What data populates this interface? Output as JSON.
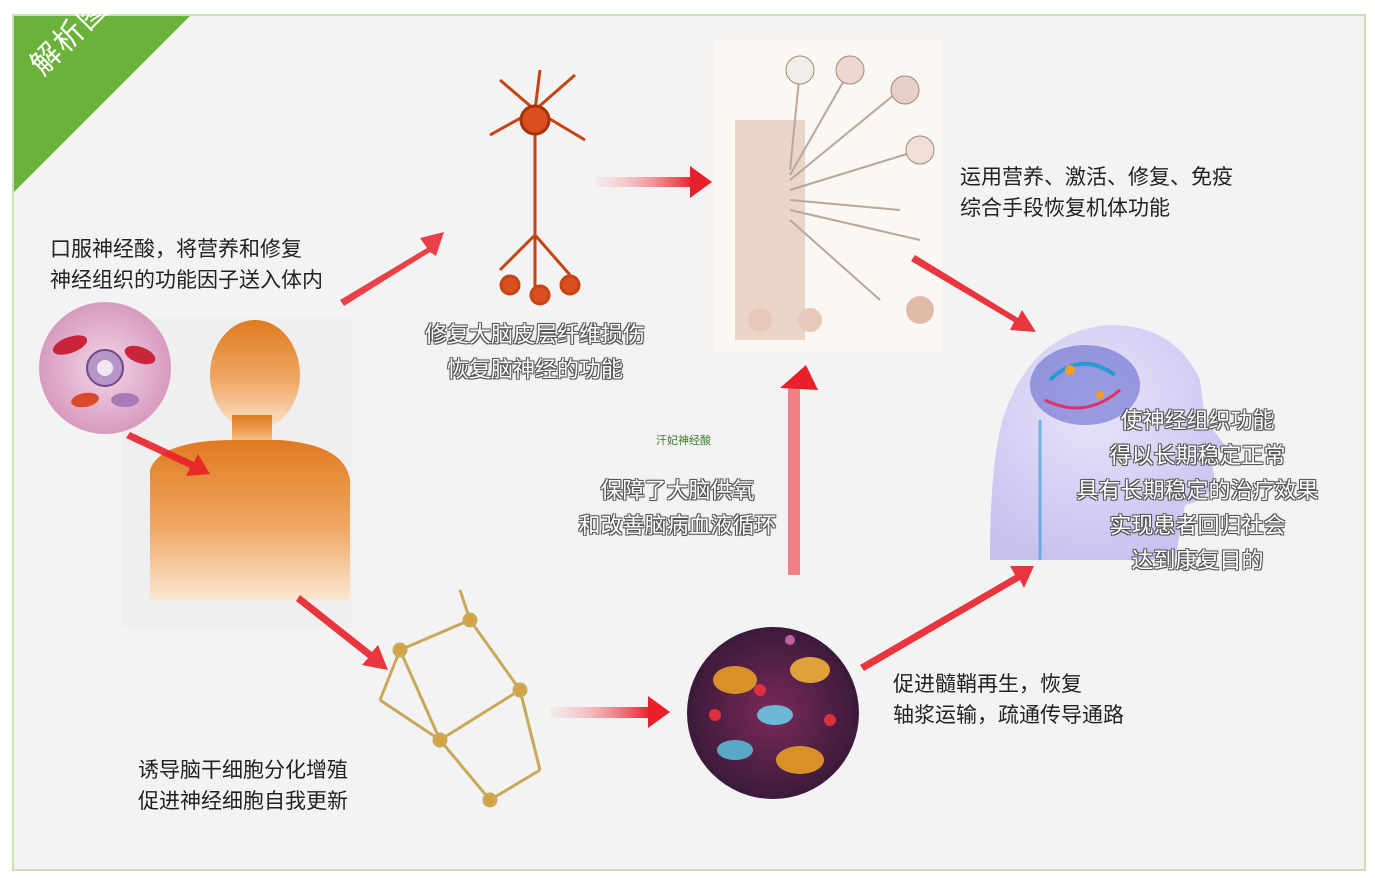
{
  "badge": {
    "label": "解析图"
  },
  "watermark": "汗妃神经酸",
  "colors": {
    "badge_green": "#6bb23a",
    "arrow_red": "#e8202a",
    "body_orange": "#e8822a",
    "frame_border": "#c9e2b3"
  },
  "steps": {
    "intake": {
      "line1": "口服神经酸，将营养和修复",
      "line2": "神经组织的功能因子送入体内"
    },
    "cortex": {
      "line1": "修复大脑皮层纤维损伤",
      "line2": "恢复脑神经的功能"
    },
    "comprehensive": {
      "line1": "运用营养、激活、修复、免疫",
      "line2": "综合手段恢复机体功能"
    },
    "oxygen": {
      "line1": "保障了大脑供氧",
      "line2": "和改善脑病血液循环"
    },
    "outcome": {
      "line1": "使神经组织功能",
      "line2": "得以长期稳定正常",
      "line3": "具有长期稳定的治疗效果",
      "line4": "实现患者回归社会",
      "line5": "达到康复目的"
    },
    "myelin": {
      "line1": "促进髓鞘再生，恢复",
      "line2": "轴浆运输，疏通传导通路"
    },
    "stemcell": {
      "line1": "诱导脑干细胞分化增殖",
      "line2": "促进神经细胞自我更新"
    }
  }
}
